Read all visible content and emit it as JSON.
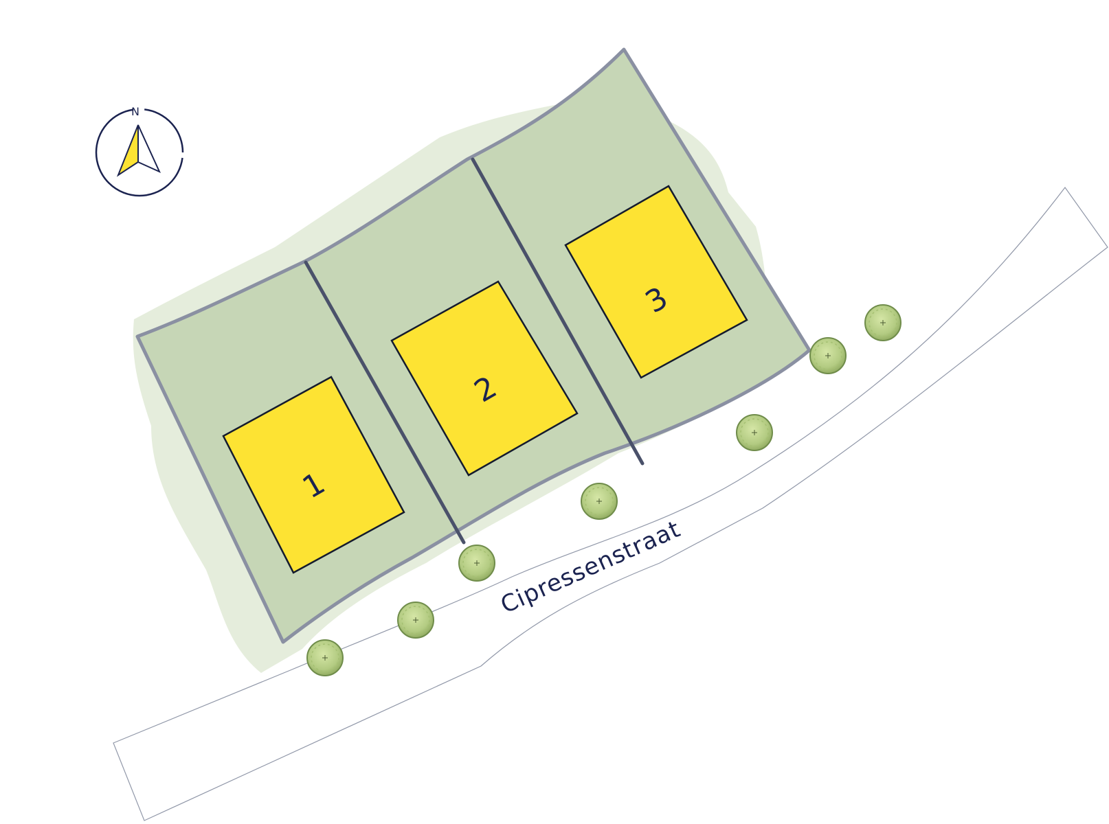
{
  "compass": {
    "label": "N",
    "ring_color": "#1b2350",
    "arrow_color": "#fde333"
  },
  "street": {
    "name": "Cipressenstraat"
  },
  "lots": [
    {
      "number": "1"
    },
    {
      "number": "2"
    },
    {
      "number": "3"
    }
  ],
  "colors": {
    "parcel_fill": "#c6d6b6",
    "parcel_border": "#8a90a2",
    "building_fill": "#fde333",
    "building_border": "#141b2e",
    "tree_fill": "#b9d18a",
    "tree_border": "#6f8c4a",
    "text": "#1b2350"
  },
  "icons": {
    "compass": "compass-icon",
    "tree": "tree-icon"
  }
}
